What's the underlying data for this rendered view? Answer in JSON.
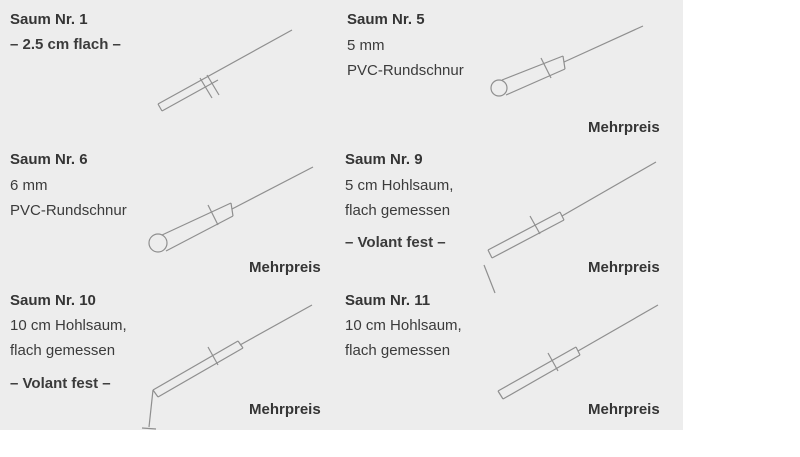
{
  "page": {
    "background_color": "#ededed",
    "text_color": "#3b3b3b",
    "line_color": "#8f8f8f"
  },
  "cells": [
    {
      "id": "saum-1",
      "title": "Saum Nr. 1",
      "lines": [
        "– 2.5 cm flach –"
      ],
      "note": "",
      "price": "",
      "drawing": "flat-seam-diagram"
    },
    {
      "id": "saum-5",
      "title": "Saum Nr. 5",
      "lines": [
        "5 mm",
        "PVC-Rundschnur"
      ],
      "note": "",
      "price": "Mehrpreis",
      "drawing": "round-cord-seam-diagram"
    },
    {
      "id": "saum-6",
      "title": "Saum Nr. 6",
      "lines": [
        "6 mm",
        "PVC-Rundschnur"
      ],
      "note": "",
      "price": "Mehrpreis",
      "drawing": "round-cord-seam-diagram"
    },
    {
      "id": "saum-9",
      "title": "Saum Nr. 9",
      "lines": [
        "5 cm Hohlsaum,",
        "flach gemessen"
      ],
      "note": "– Volant fest –",
      "price": "Mehrpreis",
      "drawing": "hollow-hem-volant-diagram"
    },
    {
      "id": "saum-10",
      "title": "Saum Nr. 10",
      "lines": [
        "10 cm Hohlsaum,",
        "flach gemessen"
      ],
      "note": "– Volant fest –",
      "price": "Mehrpreis",
      "drawing": "hollow-hem-volant-corner-diagram"
    },
    {
      "id": "saum-11",
      "title": "Saum Nr. 11",
      "lines": [
        "10 cm Hohlsaum,",
        "flach gemessen"
      ],
      "note": "",
      "price": "Mehrpreis",
      "drawing": "hollow-hem-diagram"
    }
  ]
}
